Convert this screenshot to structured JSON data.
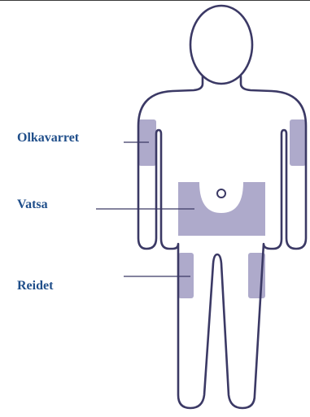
{
  "colors": {
    "outline": "#3b3965",
    "site_fill": "#aeaacb",
    "label_text": "#1f4e8a",
    "leader_line": "#3b3965",
    "background": "#ffffff"
  },
  "labels": {
    "upper_arms": "Olkavarret",
    "abdomen": "Vatsa",
    "thighs": "Reidet"
  }
}
